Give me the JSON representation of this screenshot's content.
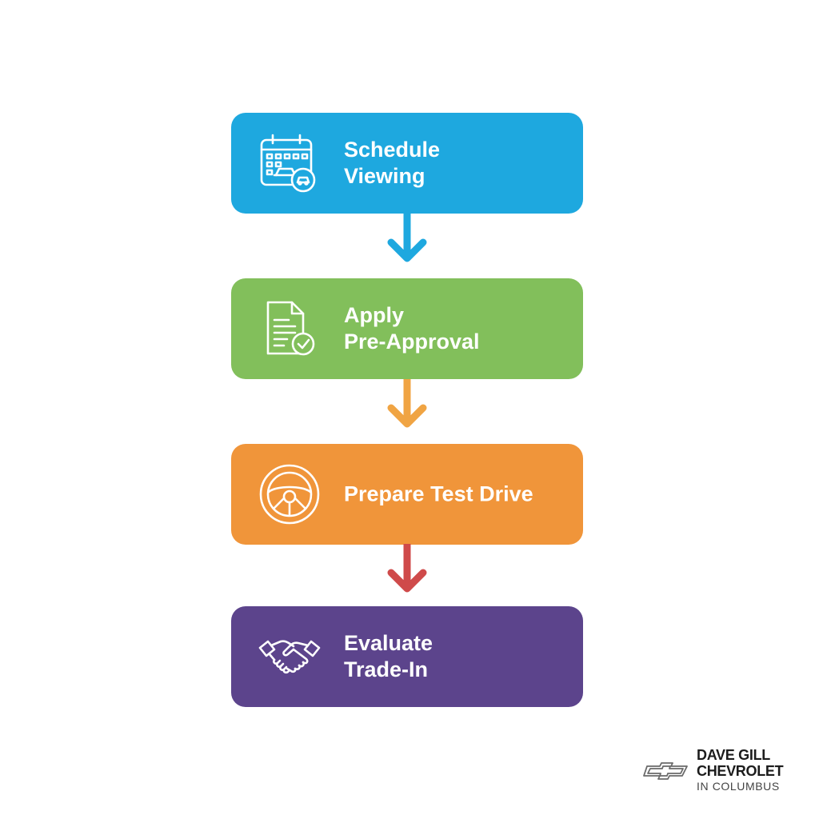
{
  "colors": {
    "schedule": "#1ea8df",
    "approval": "#82bf5b",
    "testdrive": "#f0953a",
    "tradein": "#5c448c",
    "arrow_blue": "#1ea8df",
    "arrow_orange": "#f0a443",
    "arrow_red": "#cf4a4a"
  },
  "steps": [
    {
      "label": "Schedule\nViewing",
      "icon": "calendar-car-icon"
    },
    {
      "label": "Apply\nPre-Approval",
      "icon": "document-check-icon"
    },
    {
      "label": "Prepare Test Drive",
      "icon": "steering-wheel-icon"
    },
    {
      "label": "Evaluate\nTrade-In",
      "icon": "handshake-icon"
    }
  ],
  "connectors": [
    "arrow-down-icon",
    "arrow-down-icon",
    "arrow-down-icon"
  ],
  "logo": {
    "line1": "DAVE GILL",
    "line2": "CHEVROLET",
    "line3": "IN COLUMBUS",
    "emblem": "chevrolet-bowtie-icon"
  }
}
